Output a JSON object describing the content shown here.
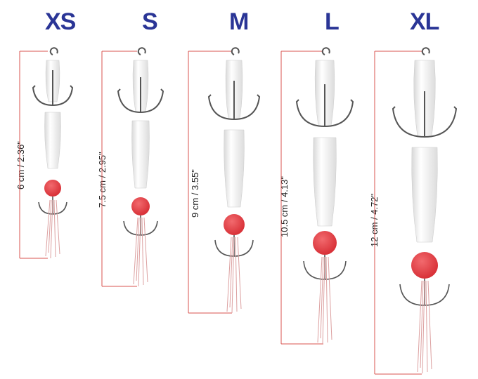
{
  "sizes": [
    {
      "label": "XS",
      "dimension": "6 cm / 2.36\"",
      "accent_line": "#d9534f"
    },
    {
      "label": "S",
      "dimension": "7.5 cm / 2.95\"",
      "accent_line": "#d9534f"
    },
    {
      "label": "M",
      "dimension": "9 cm / 3.55\"",
      "accent_line": "#d9534f"
    },
    {
      "label": "L",
      "dimension": "10.5 cm / 4.13\"",
      "accent_line": "#d9534f"
    },
    {
      "label": "XL",
      "dimension": "12 cm / 4.72\"",
      "accent_line": "#d9534f"
    }
  ],
  "colors": {
    "label": "#2a3596",
    "body": "#f4f4f4",
    "bead": "#e8383f",
    "tail": "#e0a3a3",
    "hook": "#555555"
  },
  "icons": [
    "treble-hook-icon",
    "foam-body-icon",
    "red-bead-icon",
    "tinsel-tail-icon"
  ]
}
